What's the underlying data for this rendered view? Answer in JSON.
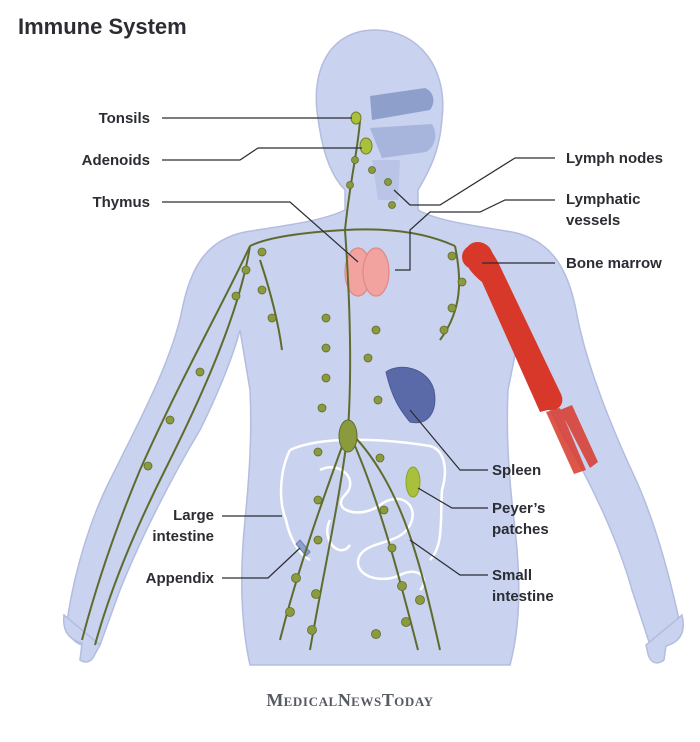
{
  "title": "Immune System",
  "labels": {
    "tonsils": "Tonsils",
    "adenoids": "Adenoids",
    "thymus": "Thymus",
    "lymph_nodes": "Lymph nodes",
    "lymphatic_vessels": [
      "Lymphatic",
      "vessels"
    ],
    "bone_marrow": "Bone marrow",
    "spleen": "Spleen",
    "peyers_patches": [
      "Peyer’s",
      "patches"
    ],
    "large_intestine": [
      "Large",
      "intestine"
    ],
    "appendix": "Appendix",
    "small_intestine": [
      "Small",
      "intestine"
    ]
  },
  "brand": {
    "part1_cap": "M",
    "part1_rest": "EDICAL",
    "part2_cap": "N",
    "part2_rest": "EWS",
    "part3_cap": "T",
    "part3_rest": "ODAY"
  },
  "colors": {
    "body": "#c9d2ee",
    "body_outline": "#a9b5dc",
    "lymph": "#5f6b2e",
    "node": "#8a9a3c",
    "thymus": "#f2a3a0",
    "bone": "#d8382a",
    "spleen": "#5a6aa8",
    "peyer": "#a9c13a",
    "intestine": "#ffffff"
  }
}
